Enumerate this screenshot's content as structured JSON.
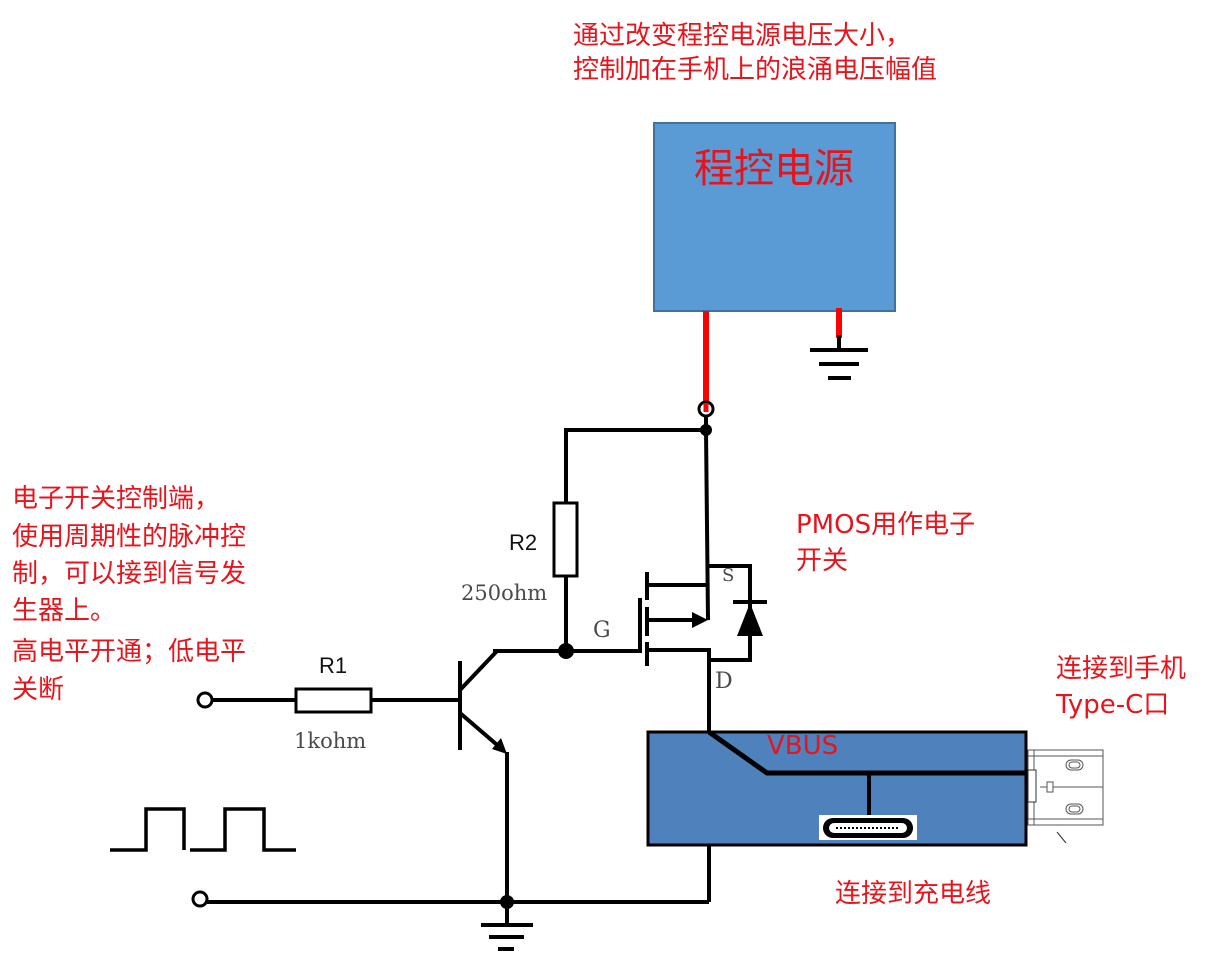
{
  "annotations": {
    "top_note": [
      "通过改变程控电源电压大小，",
      "控制加在手机上的浪涌电压幅值"
    ],
    "left_note": [
      "电子开关控制端，",
      "使用周期性的脉冲控",
      "制，可以接到信号发",
      "生器上。",
      "高电平开通；低电平",
      "关断"
    ],
    "pmos_note": [
      "PMOS用作电子",
      "开关"
    ],
    "phone_note": [
      "连接到手机",
      "Type-C口"
    ],
    "cable_note": "连接到充电线"
  },
  "power_supply": {
    "label": "程控电源",
    "fill_color": "#5b9bd5",
    "wire_color": "#ff0000"
  },
  "components": {
    "r1": {
      "name": "R1",
      "value": "1kohm"
    },
    "r2": {
      "name": "R2",
      "value": "250ohm"
    },
    "mosfet": {
      "gate": "G",
      "source": "S",
      "drain": "D"
    }
  },
  "board": {
    "label": "VBUS",
    "fill_color": "#4f81bd"
  },
  "colors": {
    "annotation": "#e8141b",
    "wire": "#000000"
  }
}
